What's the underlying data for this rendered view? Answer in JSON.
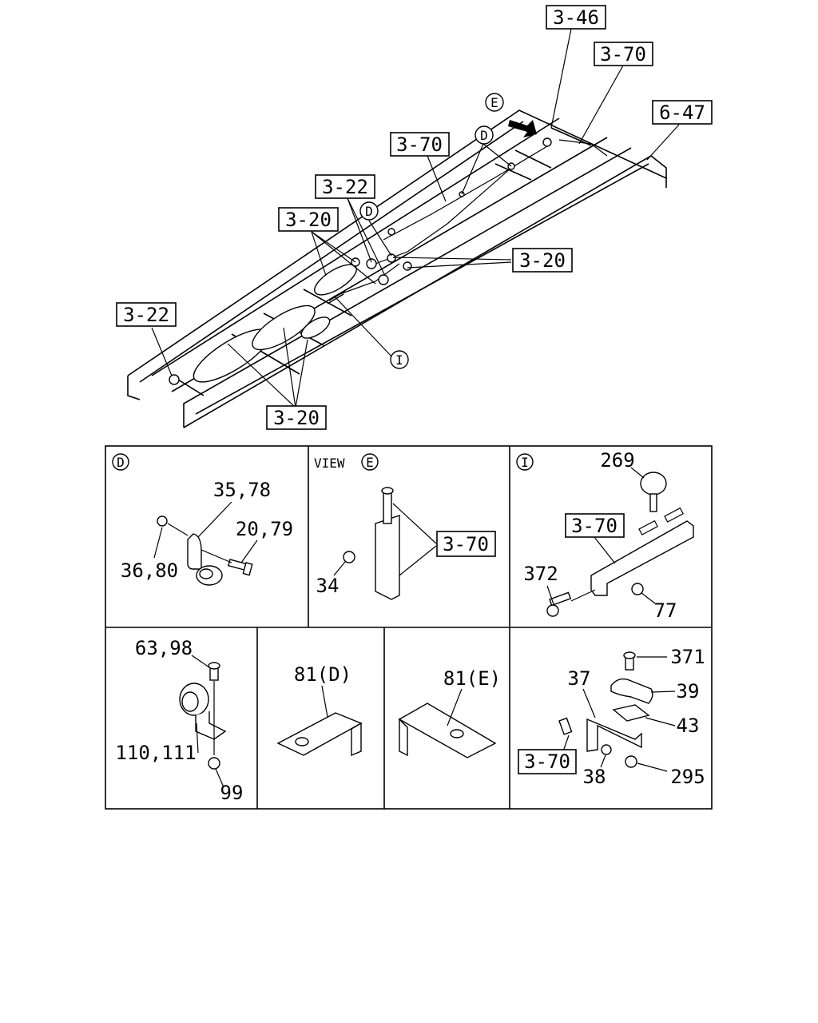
{
  "overview": {
    "refs": {
      "r1": "3-46",
      "r2": "3-70",
      "r3": "6-47",
      "r4": "3-70",
      "r5": "3-22",
      "r6": "3-20",
      "r7": "3-20",
      "r8": "3-22",
      "r9": "3-20"
    },
    "circle_labels": {
      "e": "E",
      "d1": "D",
      "d2": "D",
      "i": "I"
    }
  },
  "panels": {
    "d": {
      "marker": "D",
      "labels": [
        "35,78",
        "20,79",
        "36,80"
      ]
    },
    "view_e": {
      "caption": "VIEW",
      "marker": "E",
      "ref": "3-70",
      "labels": [
        "34"
      ]
    },
    "i": {
      "marker": "I",
      "ref": "3-70",
      "labels": [
        "269",
        "372",
        "77"
      ]
    },
    "bl": {
      "labels": [
        "63,98",
        "110,111",
        "99"
      ]
    },
    "bracket_d": {
      "labels": [
        "81(D)"
      ]
    },
    "bracket_e": {
      "labels": [
        "81(E)"
      ]
    },
    "br": {
      "ref": "3-70",
      "labels": [
        "371",
        "37",
        "39",
        "43",
        "38",
        "295"
      ]
    }
  }
}
